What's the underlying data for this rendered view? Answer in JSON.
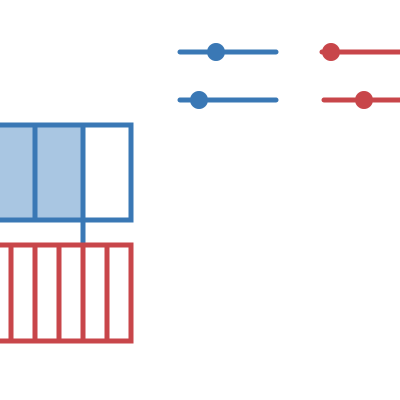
{
  "colors": {
    "blue": "#3a78b5",
    "blue_fill": "#a9c6e2",
    "red": "#c8464a",
    "background": "#ffffff"
  },
  "sliders": [
    {
      "id": "slider-top-left",
      "color": "blue",
      "value": 0.37
    },
    {
      "id": "slider-top-right",
      "color": "red",
      "value": 0.1
    },
    {
      "id": "slider-bottom-left",
      "color": "blue",
      "value": 0.2
    },
    {
      "id": "slider-bottom-right",
      "color": "red",
      "value": 0.53
    }
  ],
  "blue_bar": {
    "cells": 4,
    "filled_cells": 3
  },
  "red_bar": {
    "cells": 6,
    "filled_cells": 0
  }
}
